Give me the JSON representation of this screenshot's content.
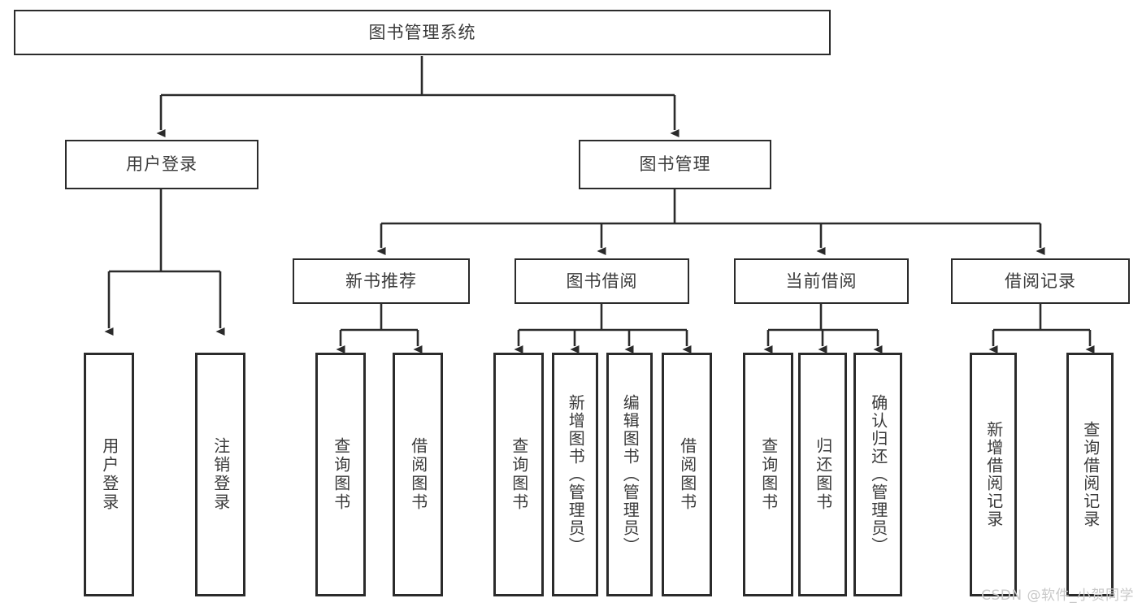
{
  "diagram": {
    "title": "图书管理系统",
    "type": "tree",
    "watermark": "CSDN @软件_小贺同学",
    "colors": {
      "stroke": "#2b2b2b",
      "text": "#3a3a3a",
      "background": "#ffffff",
      "watermark": "#c8c8c8"
    },
    "levels": {
      "root": {
        "label": "图书管理系统"
      },
      "level2": [
        {
          "label": "用户登录"
        },
        {
          "label": "图书管理"
        }
      ],
      "level3": [
        {
          "label": "新书推荐"
        },
        {
          "label": "图书借阅"
        },
        {
          "label": "当前借阅"
        },
        {
          "label": "借阅记录"
        }
      ],
      "leaves": [
        {
          "label": "用户登录",
          "parent": "用户登录"
        },
        {
          "label": "注销登录",
          "parent": "用户登录"
        },
        {
          "label": "查询图书",
          "parent": "新书推荐"
        },
        {
          "label": "借阅图书",
          "parent": "新书推荐"
        },
        {
          "label": "查询图书",
          "parent": "图书借阅"
        },
        {
          "label": "新增图书（管理员）",
          "parent": "图书借阅"
        },
        {
          "label": "编辑图书（管理员）",
          "parent": "图书借阅"
        },
        {
          "label": "借阅图书",
          "parent": "图书借阅"
        },
        {
          "label": "查询图书",
          "parent": "当前借阅"
        },
        {
          "label": "归还图书",
          "parent": "当前借阅"
        },
        {
          "label": "确认归还（管理员）",
          "parent": "当前借阅"
        },
        {
          "label": "新增借阅记录",
          "parent": "借阅记录"
        },
        {
          "label": "查询借阅记录",
          "parent": "借阅记录"
        }
      ]
    }
  }
}
